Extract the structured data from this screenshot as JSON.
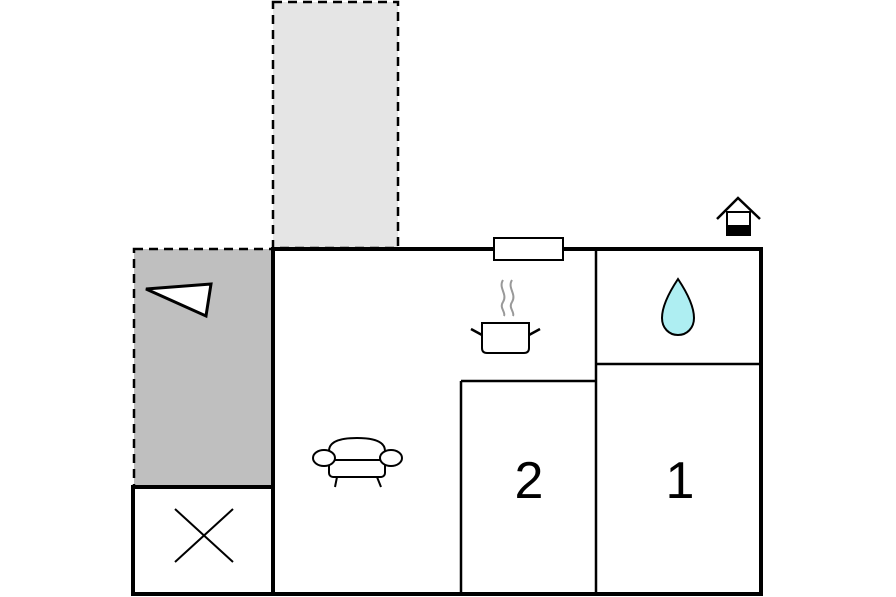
{
  "floorplan": {
    "rooms": [
      {
        "id": "bedroom-2",
        "label": "2"
      },
      {
        "id": "bedroom-1",
        "label": "1"
      }
    ],
    "icons": {
      "compass": "compass-arrow-icon",
      "cooking": "cooking-pot-icon",
      "living": "armchair-icon",
      "bathroom": "water-drop-icon",
      "entrance": "house-entrance-icon",
      "storage": "x-mark-icon",
      "window": "window-icon"
    },
    "colors": {
      "wall": "#000000",
      "terrace": "#bfbfbf",
      "balcony": "#e5e5e5",
      "water": "#aeeef2",
      "steam": "#999999"
    }
  }
}
